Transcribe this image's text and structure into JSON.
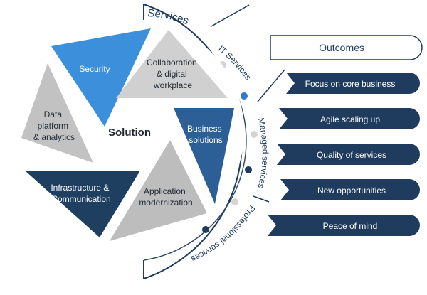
{
  "diagram": {
    "services_label": "Services",
    "outcomes_title": "Outcomes",
    "solution_center": "Solution",
    "segments": [
      {
        "label": "Security",
        "color": "#3b8fdb"
      },
      {
        "label": "Collaboration & digital workplace",
        "color": "#d0d0d0"
      },
      {
        "label": "Business solutions",
        "color": "#2c5f96"
      },
      {
        "label": "Application modernization",
        "color": "#bdbdbd"
      },
      {
        "label": "Infrastructure & Communication",
        "color": "#1f3f61"
      },
      {
        "label": "Data platform & analytics",
        "color": "#c2c2c2"
      }
    ],
    "service_tiers": [
      {
        "label": "IT Services"
      },
      {
        "label": "Managed services"
      },
      {
        "label": "Professional services"
      }
    ],
    "outcomes": [
      {
        "label": "Focus on core business"
      },
      {
        "label": "Agile scaling up"
      },
      {
        "label": "Quality of services"
      },
      {
        "label": "New opportunities"
      },
      {
        "label": "Peace of mind"
      }
    ],
    "colors": {
      "navy": "#1f3c5e",
      "outline": "#1f3c5e",
      "white": "#ffffff",
      "dot_gray": "#d4d4d4",
      "dot_blue": "#2f7bc8",
      "dot_navy": "#1f3c5e"
    }
  }
}
